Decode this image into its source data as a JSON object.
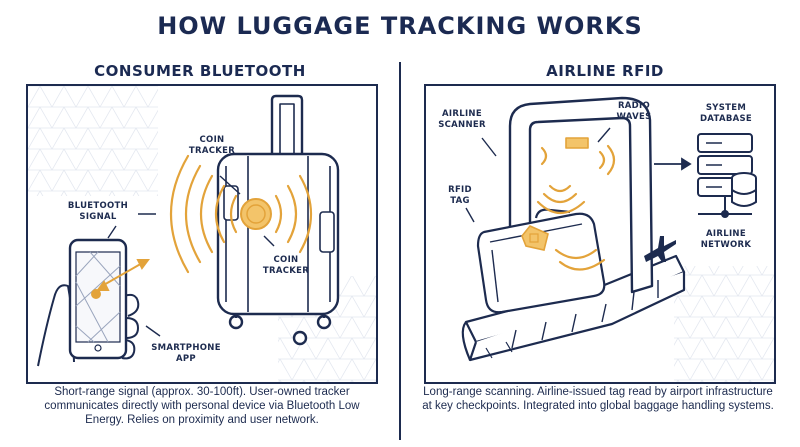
{
  "title": "HOW LUGGAGE TRACKING WORKS",
  "left": {
    "heading": "CONSUMER BLUETOOTH",
    "labels": {
      "coin_tracker_top_1": "COIN",
      "coin_tracker_top_2": "TRACKER",
      "bluetooth_signal_1": "BLUETOOTH",
      "bluetooth_signal_2": "SIGNAL",
      "coin_tracker_bottom_1": "COIN",
      "coin_tracker_bottom_2": "TRACKER",
      "smartphone_app_1": "SMARTPHONE",
      "smartphone_app_2": "APP"
    },
    "caption": "Short-range signal (approx. 30-100ft). User-owned tracker communicates directly with personal device via Bluetooth Low Energy. Relies on proximity and user network."
  },
  "right": {
    "heading": "AIRLINE RFID",
    "labels": {
      "airline_scanner_1": "AIRLINE",
      "airline_scanner_2": "SCANNER",
      "radio_waves_1": "RADIO",
      "radio_waves_2": "WAVES",
      "system_database_1": "SYSTEM",
      "system_database_2": "DATABASE",
      "rfid_tag_1": "RFID",
      "rfid_tag_2": "TAG",
      "airline_network_1": "AIRLINE",
      "airline_network_2": "NETWORK"
    },
    "caption": "Long-range scanning. Airline-issued tag read by airport infrastructure at key checkpoints. Integrated into global baggage handling systems."
  },
  "colors": {
    "navy": "#1d2b4f",
    "accent": "#e3a33a",
    "grid": "#e4e8f0"
  }
}
